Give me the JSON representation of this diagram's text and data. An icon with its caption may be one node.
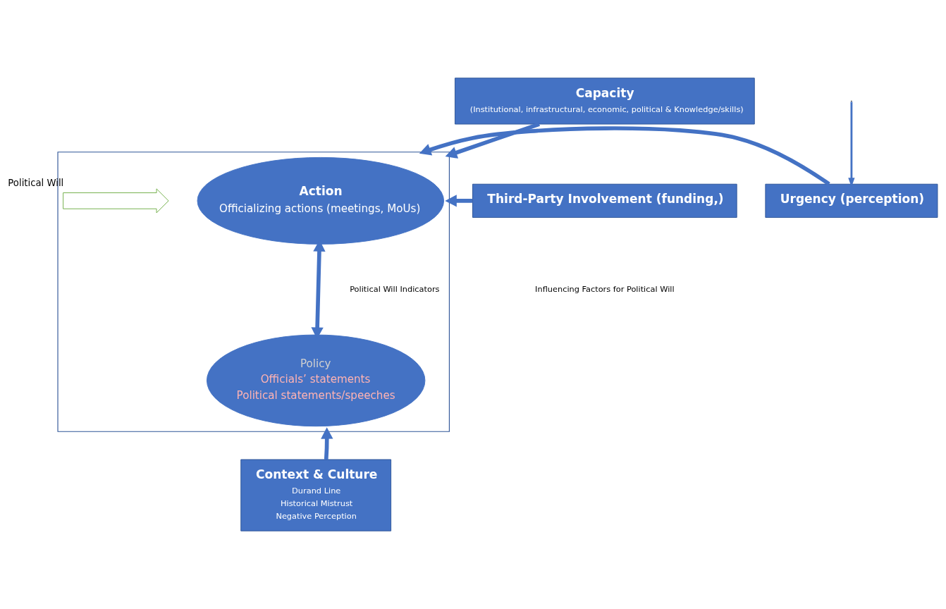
{
  "diagram": {
    "nodes": [
      {
        "text": [],
        "shape": "box"
      },
      {
        "text": [
          "Action",
          "Officializing actions (meetings, MoUs)"
        ],
        "in": 0
      },
      {
        "text": [
          "Policy",
          "Officials’ statements",
          "Political statements/speeches"
        ],
        "in": 0
      },
      {
        "text": [],
        "shape": "arrow",
        "in": 0,
        "beside": [
          "Political Will"
        ]
      },
      {
        "text": [
          "Capacity",
          "(Institutional, infrastructural, economic, political & Knowledge/skills)"
        ]
      },
      {
        "text": [
          "Urgency (perception)"
        ]
      },
      {
        "text": [
          "Third-Party Involvement (funding,)"
        ]
      },
      {
        "text": [
          "Context & Culture",
          "Durand Line",
          "Historical Mistrust",
          "Negative Perception"
        ]
      }
    ],
    "edges": [
      {
        "from": 4,
        "to": 0,
        "arrow": "to"
      },
      {
        "from": null,
        "to": 5,
        "arrow": "to"
      },
      {
        "from": 5,
        "to": 0,
        "arrow": "to"
      },
      {
        "from": 6,
        "to": 0,
        "arrow": "to"
      },
      {
        "from": 1,
        "to": 2,
        "arrow": "both"
      },
      {
        "from": 7,
        "to": 0,
        "arrow": "to"
      }
    ],
    "labels": [
      "Political Will Indicators",
      "Influencing Factors for Political Will"
    ]
  }
}
